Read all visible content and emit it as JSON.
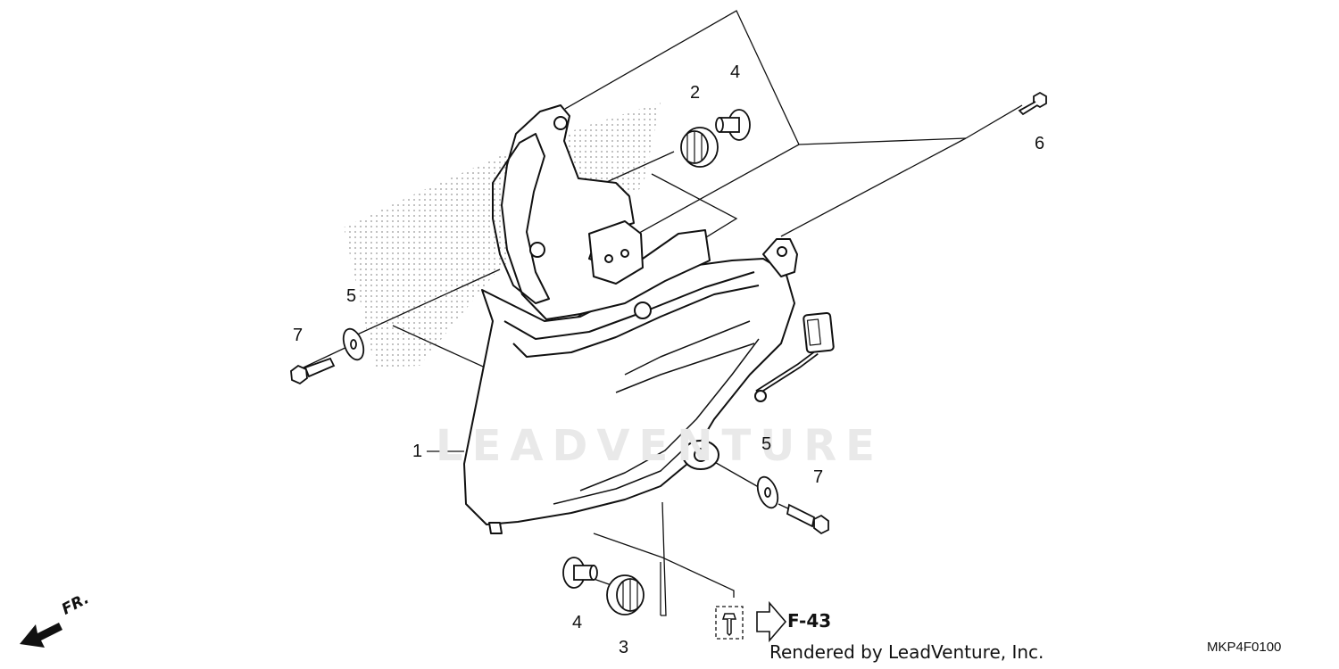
{
  "callouts": {
    "c1": "1",
    "c2": "2",
    "c3": "3",
    "c4_top": "4",
    "c4_bottom": "4",
    "c5_left": "5",
    "c5_right": "5",
    "c6": "6",
    "c7_left": "7",
    "c7_right": "7"
  },
  "watermark": "LEADVENTURE",
  "fr_label": "FR.",
  "reference": "F-43",
  "credit": "Rendered by LeadVenture, Inc.",
  "diagram_code": "MKP4F0100",
  "colors": {
    "line": "#111111",
    "watermark": "#e9e9e9",
    "dots": "#9a9a9a"
  }
}
